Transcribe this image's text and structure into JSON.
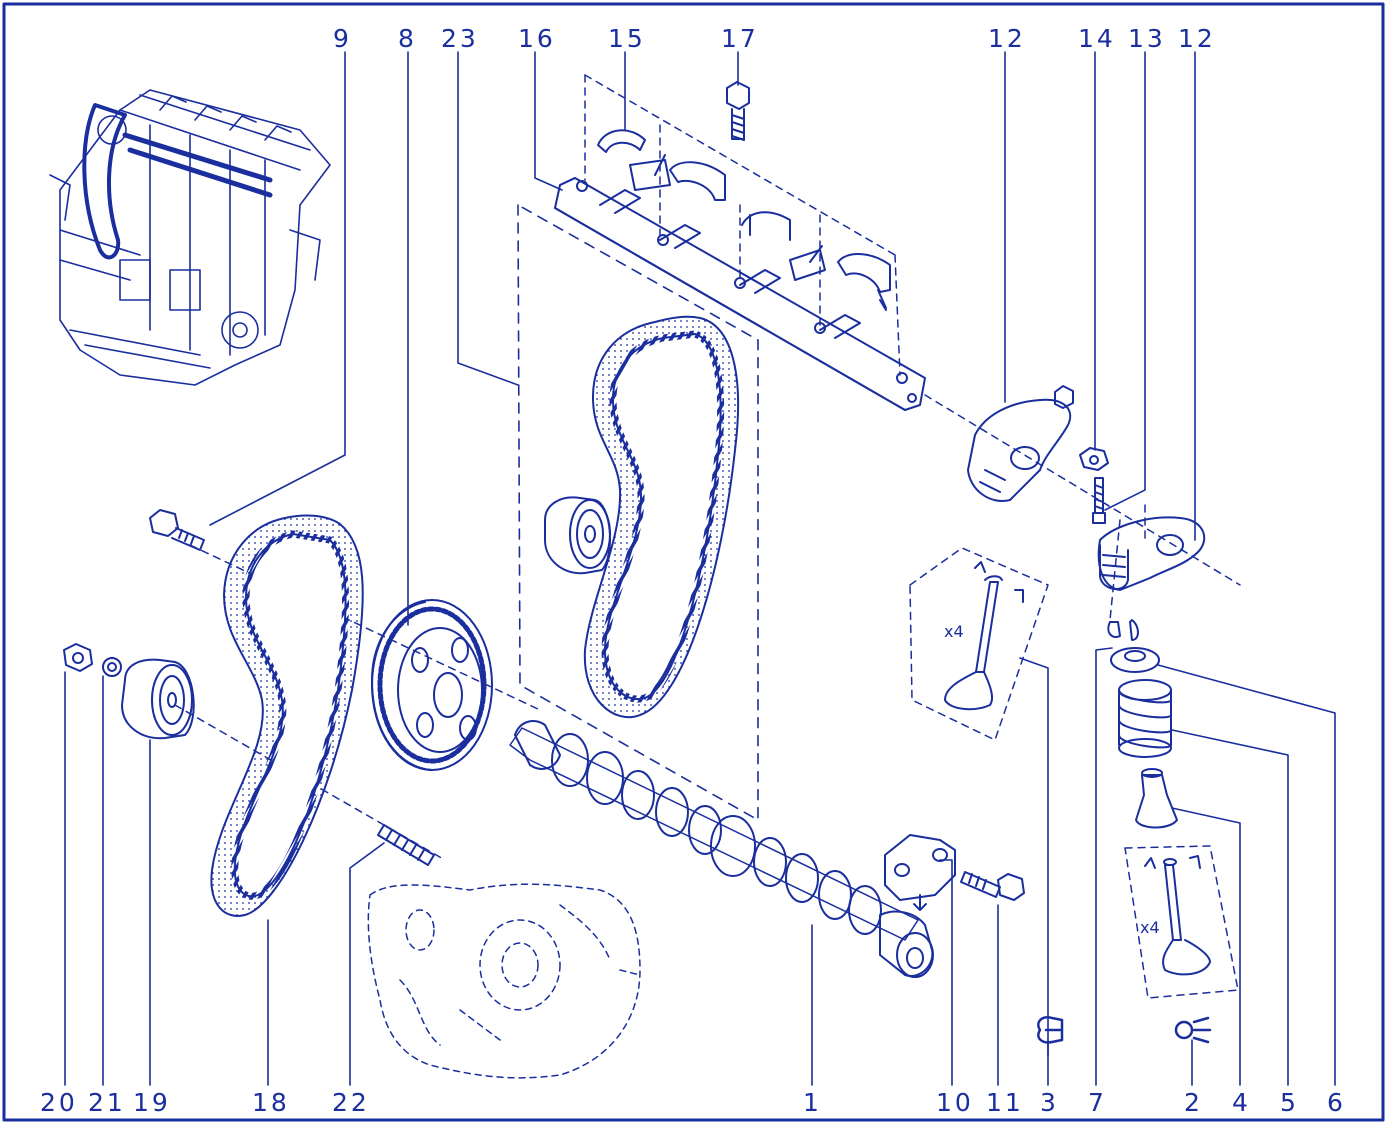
{
  "callouts": {
    "c9": "9",
    "c8": "8",
    "c23": "23",
    "c16": "16",
    "c15": "15",
    "c17": "17",
    "c12a": "12",
    "c14": "14",
    "c13": "13",
    "c12b": "12",
    "c20": "20",
    "c21": "21",
    "c19": "19",
    "c18": "18",
    "c22": "22",
    "c1": "1",
    "c10": "10",
    "c11": "11",
    "c3": "3",
    "c7": "7",
    "c2": "2",
    "c4": "4",
    "c5": "5",
    "c6": "6"
  },
  "quantity_marks": {
    "intake_valve_set": "x4",
    "exhaust_valve_set": "x4"
  },
  "colors": {
    "line": "#1a2e9e",
    "background": "#ffffff"
  },
  "icons": {
    "intake_symbol": "intake-valve-symbol-icon",
    "exhaust_symbol": "exhaust-valve-symbol-icon"
  }
}
